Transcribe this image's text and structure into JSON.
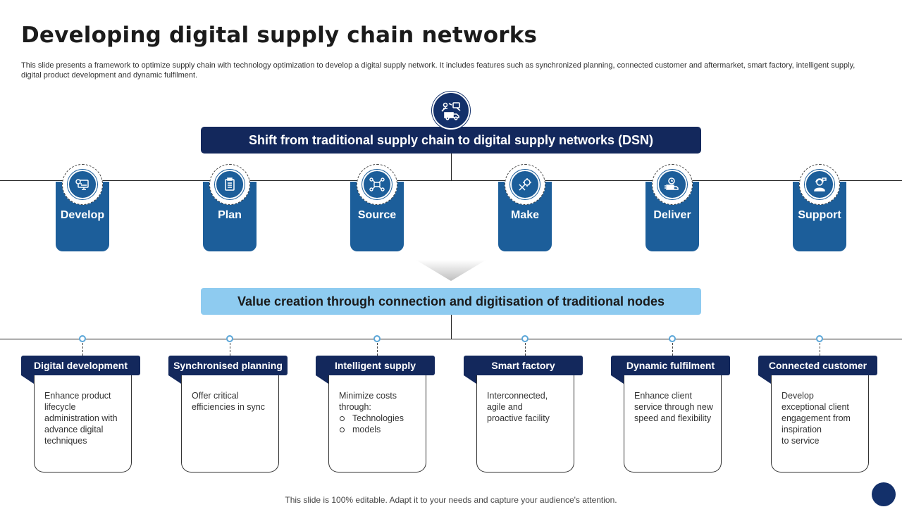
{
  "title": "Developing digital supply chain networks",
  "subtitle": "This slide presents a framework to optimize supply chain with technology optimization to develop a digital supply network. It includes features such as synchronized planning, connected customer and aftermarket, smart factory, intelligent supply, digital product development and dynamic fulfilment.",
  "hero_icon": "truck-network-icon",
  "top_banner": "Shift from traditional supply chain to digital supply networks (DSN)",
  "phases": [
    {
      "label": "Develop",
      "icon": "monitor-gear-icon"
    },
    {
      "label": "Plan",
      "icon": "clipboard-list-icon"
    },
    {
      "label": "Source",
      "icon": "network-hub-icon"
    },
    {
      "label": "Make",
      "icon": "tools-gear-icon"
    },
    {
      "label": "Deliver",
      "icon": "delivery-truck-icon"
    },
    {
      "label": "Support",
      "icon": "customer-support-icon"
    }
  ],
  "mid_banner": "Value creation through connection and digitisation of traditional nodes",
  "cards": [
    {
      "title": "Digital development",
      "body": "Enhance product\nlifecycle\nadministration with\nadvance digital\ntechniques"
    },
    {
      "title": "Synchronised planning",
      "body": "Offer critical\nefficiencies in sync"
    },
    {
      "title": "Intelligent supply",
      "body": "Minimize costs\nthrough:",
      "bullets": [
        "Technologies",
        "models"
      ]
    },
    {
      "title": "Smart factory",
      "body": "Interconnected,\nagile and\nproactive facility"
    },
    {
      "title": "Dynamic  fulfilment",
      "body": "Enhance client\nservice through new\nspeed and flexibility"
    },
    {
      "title": "Connected customer",
      "body": "Develop\nexceptional client\nengagement from\ninspiration\nto service"
    }
  ],
  "footer": "This slide is 100% editable. Adapt it to your needs and capture your audience's attention.",
  "colors": {
    "navy": "#13285c",
    "blue": "#1c5e9a",
    "light_blue": "#8ecbf0",
    "dot_ring": "#5aa6d8"
  }
}
